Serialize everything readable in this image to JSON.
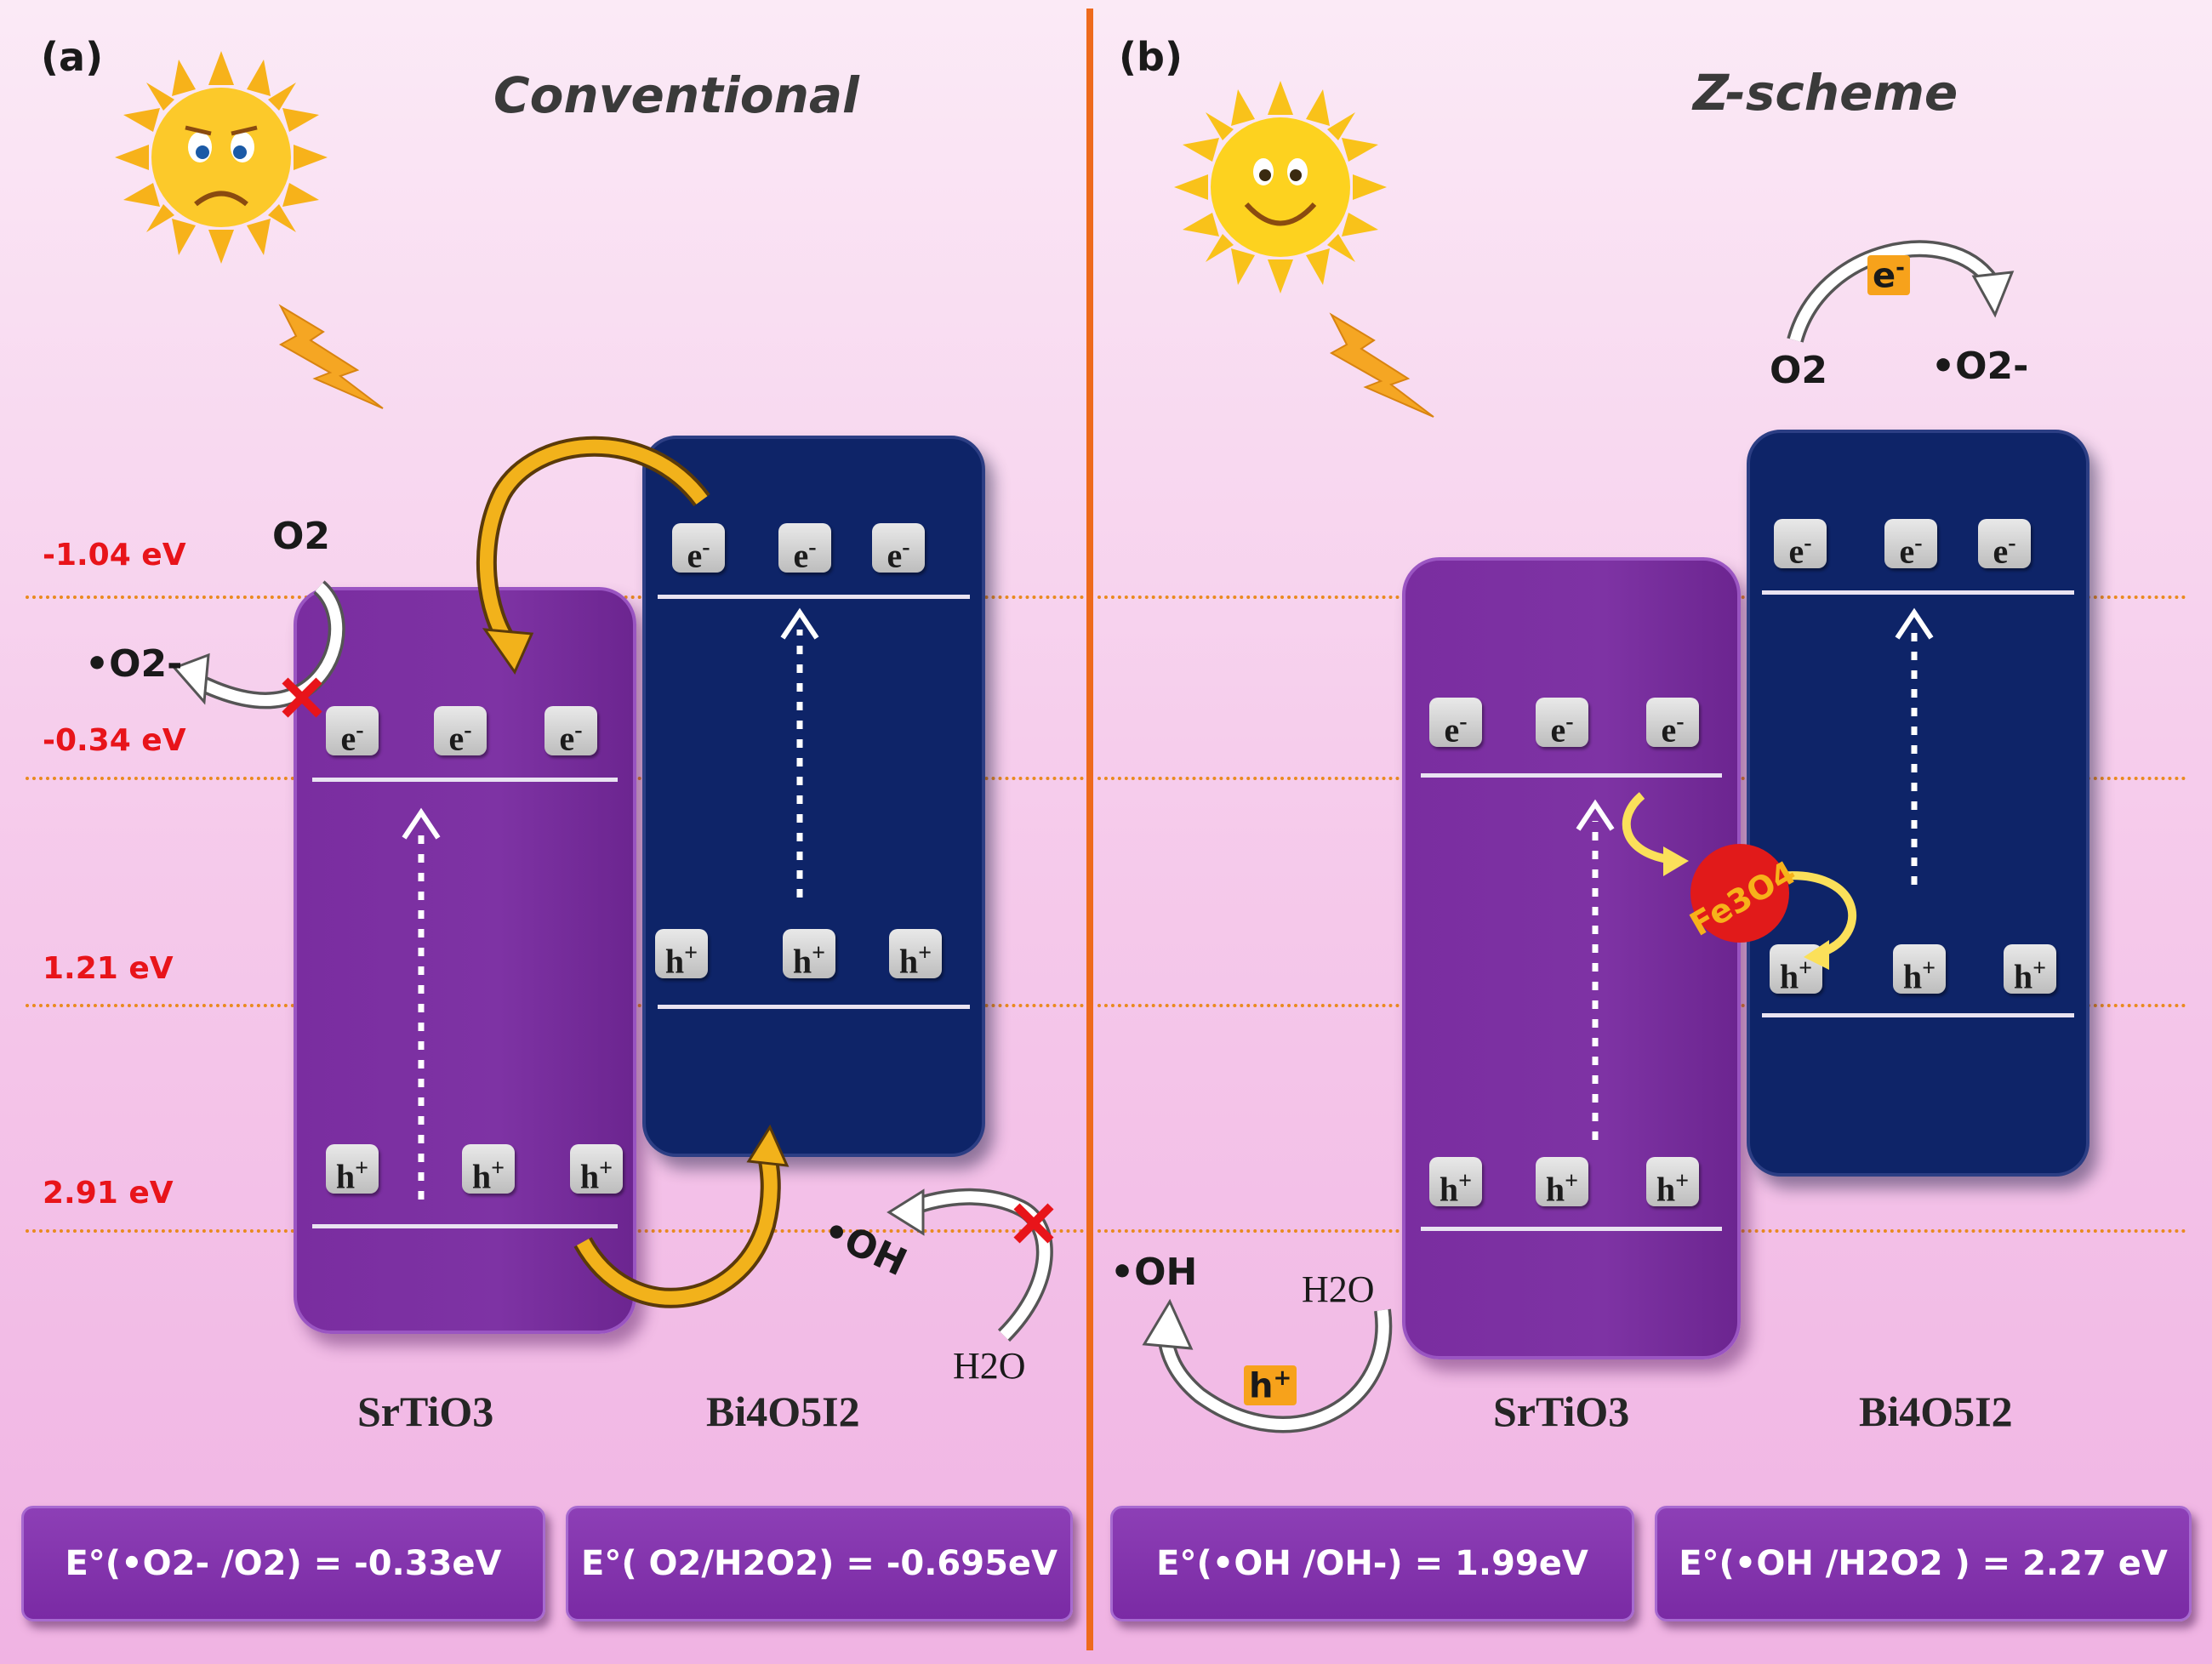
{
  "panels": {
    "a": {
      "tag": "(a)",
      "title": "Conventional"
    },
    "b": {
      "tag": "(b)",
      "title": "Z-scheme"
    }
  },
  "levels": [
    "-1.04 eV",
    "-0.34 eV",
    "1.21 eV",
    "2.91 eV"
  ],
  "materials": {
    "srtio3": "SrTiO3",
    "bi4o5i2": "Bi4O5I2"
  },
  "carriers": {
    "electron": "e",
    "hole": "h",
    "electron_sign": "-",
    "hole_sign": "+"
  },
  "species": {
    "o2": "O2",
    "superoxide": "•O2-",
    "oh": "•OH",
    "h2o": "H2O",
    "fe3o4": "Fe3O4"
  },
  "potentials": [
    "E°(•O2- /O2) = -0.33eV",
    "E°( O2/H2O2) = -0.695eV",
    "E°(•OH /OH-) = 1.99eV",
    "E°(•OH /H2O2 ) = 2.27 eV"
  ],
  "colors": {
    "srtio3": "#7a2da0",
    "bi4o5i2": "#0e2468",
    "level_line": "#e98a1f",
    "level_text": "#e8141a",
    "divider": "#ee6a1c",
    "transfer_arrow": "#f2b21b",
    "blocked_mark": "#e8141a"
  },
  "icons": [
    "sad-sun-icon",
    "happy-sun-icon",
    "lightning-icon",
    "blocked-cross-icon"
  ]
}
